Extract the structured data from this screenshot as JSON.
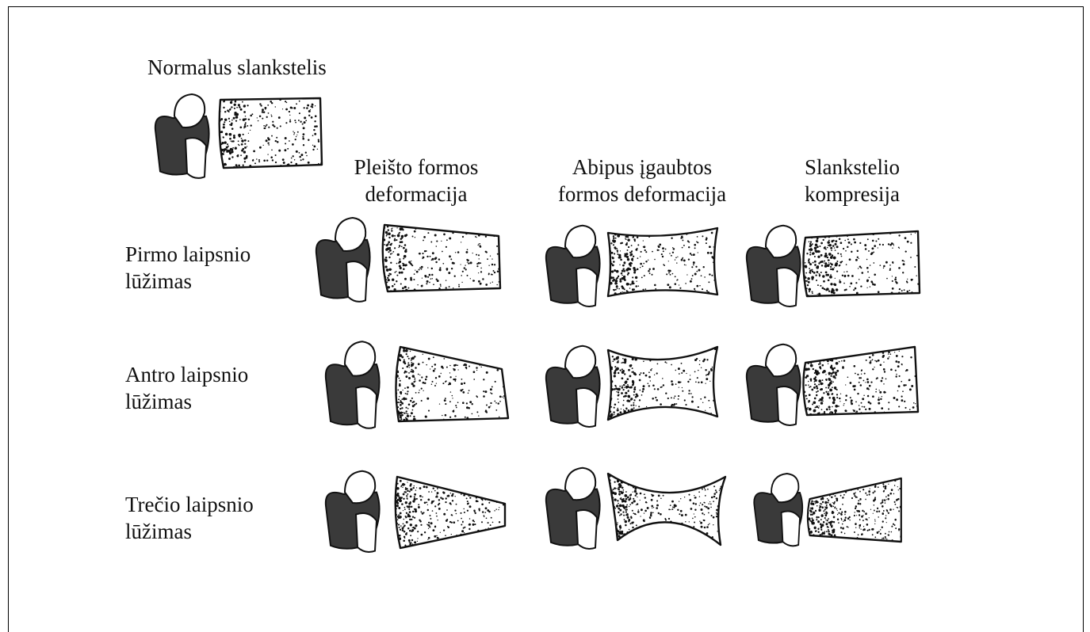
{
  "normal": {
    "title": "Normalus slankstelis"
  },
  "columns": [
    {
      "line1": "Pleišto formos",
      "line2": "deformacija"
    },
    {
      "line1": "Abipus įgaubtos",
      "line2": "formos deformacija"
    },
    {
      "line1": "Slankstelio",
      "line2": "kompresija"
    }
  ],
  "rows": [
    {
      "line1": "Pirmo laipsnio",
      "line2": "lūžimas"
    },
    {
      "line1": "Antro laipsnio",
      "line2": "lūžimas"
    },
    {
      "line1": "Trečio laipsnio",
      "line2": "lūžimas"
    }
  ],
  "palette": {
    "ink": "#111111",
    "shade": "#3a3a3a",
    "paper": "#ffffff"
  }
}
